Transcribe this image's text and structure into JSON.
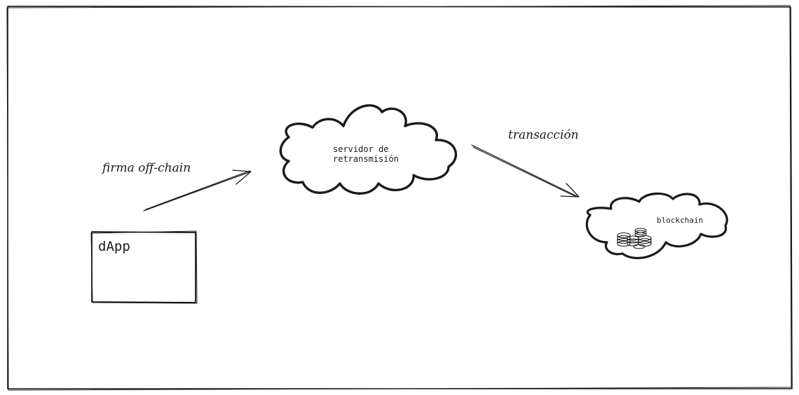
{
  "diagram": {
    "nodes": {
      "dapp": {
        "label": "dApp"
      },
      "relay": {
        "label_line1": "servidor de",
        "label_line2": "retransmisión"
      },
      "blockchain": {
        "label": "blockchain",
        "icon": "coin-stack-icon"
      }
    },
    "edges": {
      "offchain": {
        "label": "firma off-chain"
      },
      "tx": {
        "label": "transacción"
      }
    }
  }
}
